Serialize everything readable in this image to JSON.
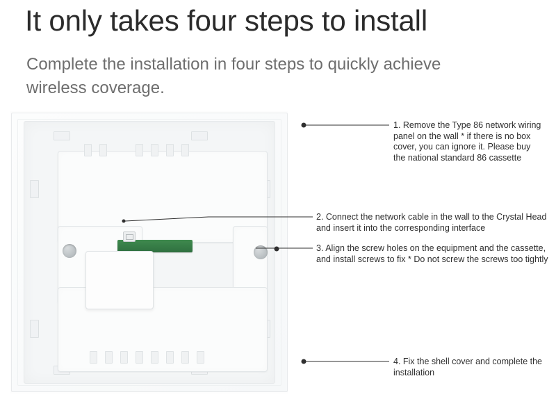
{
  "heading": "It only takes four steps to install",
  "subheading": "Complete the installation in four steps to quickly achieve wireless coverage.",
  "callouts": [
    {
      "id": "step-1",
      "text": "1. Remove the Type 86 network wiring panel on the wall * if there is no box cover, you can ignore it. Please buy the national standard 86 cassette"
    },
    {
      "id": "step-2",
      "text": "2. Connect the network cable in the wall to the Crystal Head and insert it into the corresponding interface"
    },
    {
      "id": "step-3",
      "text": "3. Align the screw holes on the equipment and the cassette, and install screws to fix * Do not screw the screws too tightly"
    },
    {
      "id": "step-4",
      "text": "4. Fix the shell cover and complete the installation"
    }
  ],
  "image": {
    "alt": "wall mounted wireless access point back panel with screw holes, green pcb and crystal head interface"
  },
  "colors": {
    "heading": "#2b2b2b",
    "subheading": "#6e6e6e",
    "body_text": "#2f2f2f",
    "pcb_green": "#337041",
    "background": "#ffffff"
  }
}
